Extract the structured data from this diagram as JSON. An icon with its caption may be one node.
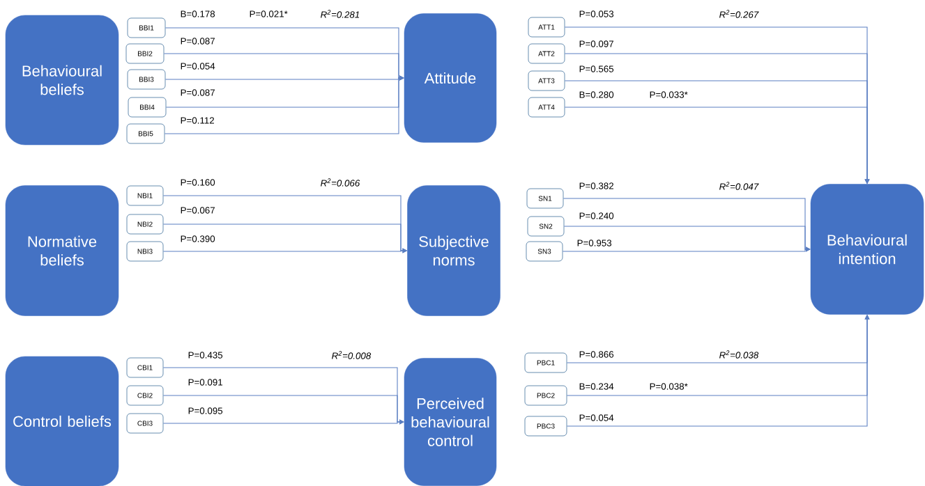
{
  "diagram": {
    "nodes": [
      {
        "text": [
          "Behavioural beliefs"
        ]
      },
      {
        "text": [
          "BBI1"
        ]
      },
      {
        "text": [
          "BBI2"
        ]
      },
      {
        "text": [
          "BBI3"
        ]
      },
      {
        "text": [
          "BBI4"
        ]
      },
      {
        "text": [
          "BBI5"
        ]
      },
      {
        "text": [
          "Attitude"
        ]
      },
      {
        "text": [
          "ATT1"
        ]
      },
      {
        "text": [
          "ATT2"
        ]
      },
      {
        "text": [
          "ATT3"
        ]
      },
      {
        "text": [
          "ATT4"
        ]
      },
      {
        "text": [
          "Normative beliefs"
        ]
      },
      {
        "text": [
          "NBI1"
        ]
      },
      {
        "text": [
          "NBI2"
        ]
      },
      {
        "text": [
          "NBI3"
        ]
      },
      {
        "text": [
          "Subjective norms"
        ]
      },
      {
        "text": [
          "SN1"
        ]
      },
      {
        "text": [
          "SN2"
        ]
      },
      {
        "text": [
          "SN3"
        ]
      },
      {
        "text": [
          "Behavioural intention"
        ]
      },
      {
        "text": [
          "Control beliefs"
        ]
      },
      {
        "text": [
          "CBI1"
        ]
      },
      {
        "text": [
          "CBI2"
        ]
      },
      {
        "text": [
          "CBI3"
        ]
      },
      {
        "text": [
          "Perceived behavioural control"
        ]
      },
      {
        "text": [
          "PBC1"
        ]
      },
      {
        "text": [
          "PBC2"
        ]
      },
      {
        "text": [
          "PBC3"
        ]
      }
    ],
    "edges": [
      {
        "from": 1,
        "to": 6,
        "arrow": "to",
        "label": "P=0.021*"
      },
      {
        "from": 2,
        "to": 6,
        "arrow": "to",
        "label": "P=0.087"
      },
      {
        "from": 3,
        "to": 6,
        "arrow": "to",
        "label": "P=0.054"
      },
      {
        "from": 4,
        "to": 6,
        "arrow": "to",
        "label": "P=0.087"
      },
      {
        "from": 5,
        "to": 6,
        "arrow": "to",
        "label": "P=0.112"
      },
      {
        "from": 7,
        "to": 19,
        "arrow": "to",
        "label": "P=0.053"
      },
      {
        "from": 8,
        "to": 19,
        "arrow": "to",
        "label": "P=0.097"
      },
      {
        "from": 9,
        "to": 19,
        "arrow": "to",
        "label": "P=0.565"
      },
      {
        "from": 10,
        "to": 19,
        "arrow": "to",
        "label": "P=0.033*"
      },
      {
        "from": 12,
        "to": 15,
        "arrow": "to",
        "label": "P=0.160"
      },
      {
        "from": 13,
        "to": 15,
        "arrow": "to",
        "label": "P=0.067"
      },
      {
        "from": 14,
        "to": 15,
        "arrow": "to",
        "label": "P=0.390"
      },
      {
        "from": 16,
        "to": 19,
        "arrow": "to",
        "label": "P=0.382"
      },
      {
        "from": 17,
        "to": 19,
        "arrow": "to",
        "label": "P=0.240"
      },
      {
        "from": 18,
        "to": 19,
        "arrow": "to",
        "label": "P=0.953"
      },
      {
        "from": 21,
        "to": 24,
        "arrow": "to",
        "label": "P=0.435"
      },
      {
        "from": 22,
        "to": 24,
        "arrow": "to",
        "label": "P=0.091"
      },
      {
        "from": 23,
        "to": 24,
        "arrow": "to",
        "label": "P=0.095"
      },
      {
        "from": 25,
        "to": 19,
        "arrow": "to",
        "label": "P=0.866"
      },
      {
        "from": 26,
        "to": 19,
        "arrow": "to",
        "label": "P=0.038*"
      },
      {
        "from": 27,
        "to": 19,
        "arrow": "to",
        "label": "P=0.054"
      }
    ],
    "labels": [
      "B=0.178",
      "R$^{2}$=0.281",
      "R$^{2}$=0.267",
      "B=0.280",
      "R$^{2}$=0.066",
      "R$^{2}$=0.047",
      "R$^{2}$=0.008",
      "R$^{2}$=0.038",
      "B=0.234"
    ]
  }
}
